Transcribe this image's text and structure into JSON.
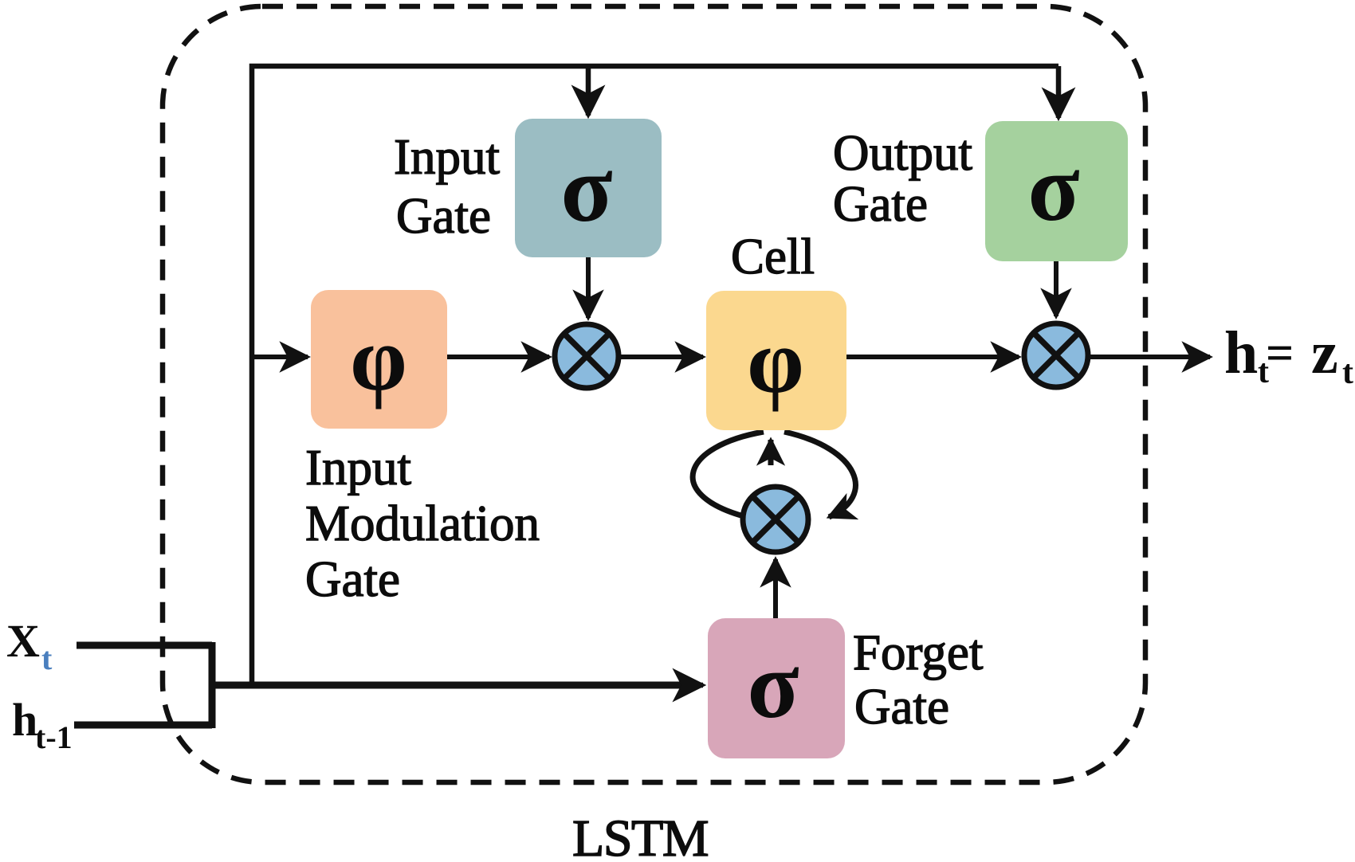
{
  "diagram": {
    "title": "LSTM",
    "type": "neural-network-cell-diagram",
    "colors": {
      "background": "#ffffff",
      "line": "#111111",
      "input_gate_box": "#9bbdc3",
      "output_gate_box": "#a5d19e",
      "input_modulation_gate_box": "#f9c19c",
      "cell_box": "#fbd88f",
      "forget_gate_box": "#d8a6b9",
      "operator_circle": "#8abadd",
      "x_subscript": "#4a7fbe"
    },
    "gates": {
      "input_gate": {
        "label_line1": "Input",
        "label_line2": "Gate",
        "symbol": "σ"
      },
      "output_gate": {
        "label_line1": "Output",
        "label_line2": "Gate",
        "symbol": "σ"
      },
      "input_modulation_gate": {
        "label_line1": "Input",
        "label_line2": "Modulation",
        "label_line3": "Gate",
        "symbol": "φ"
      },
      "cell": {
        "label_line1": "Cell",
        "symbol": "φ"
      },
      "forget_gate": {
        "label_line1": "Forget",
        "label_line2": "Gate",
        "symbol": "σ"
      }
    },
    "operators": {
      "input_product": {
        "symbol": "⊗",
        "meaning": "elementwise-multiply"
      },
      "output_product": {
        "symbol": "⊗",
        "meaning": "elementwise-multiply"
      },
      "forget_product": {
        "symbol": "⊗",
        "meaning": "elementwise-multiply"
      }
    },
    "inputs": {
      "x": {
        "base": "X",
        "sub": "t"
      },
      "h_prev": {
        "base": "h",
        "sub": "t-1"
      }
    },
    "output": {
      "h_base": "h",
      "h_sub": "t",
      "equals": "=",
      "z_base": "z",
      "z_sub": "t"
    }
  }
}
